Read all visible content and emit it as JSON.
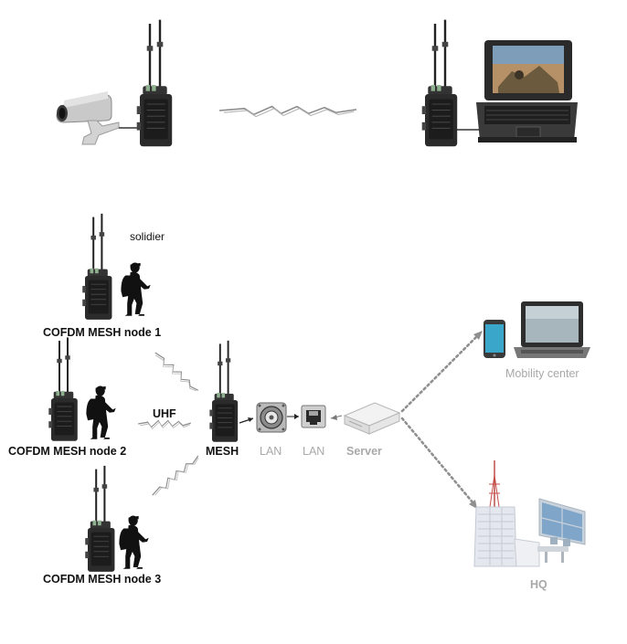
{
  "labels": {
    "soldier": "solidier",
    "node1": "COFDM MESH node 1",
    "node2": "COFDM MESH node 2",
    "node3": "COFDM MESH node 3",
    "uhf": "UHF",
    "mesh": "MESH",
    "lan1": "LAN",
    "lan2": "LAN",
    "server": "Server",
    "mobility": "Mobility center",
    "hq": "HQ"
  },
  "colors": {
    "device_body": "#2b2b2b",
    "device_dark": "#111111",
    "signal": "#8a8a8a",
    "dotted_link": "#8f8f8f",
    "muted_text": "#a8a8a8"
  },
  "icons": [
    "cctv-camera-icon",
    "cofdm-radio-icon",
    "rugged-laptop-icon",
    "soldier-silhouette-icon",
    "lan-connector-icon",
    "rj45-port-icon",
    "server-icon",
    "smartphone-icon",
    "laptop-icon",
    "hq-building-icon",
    "monitor-wall-icon"
  ]
}
